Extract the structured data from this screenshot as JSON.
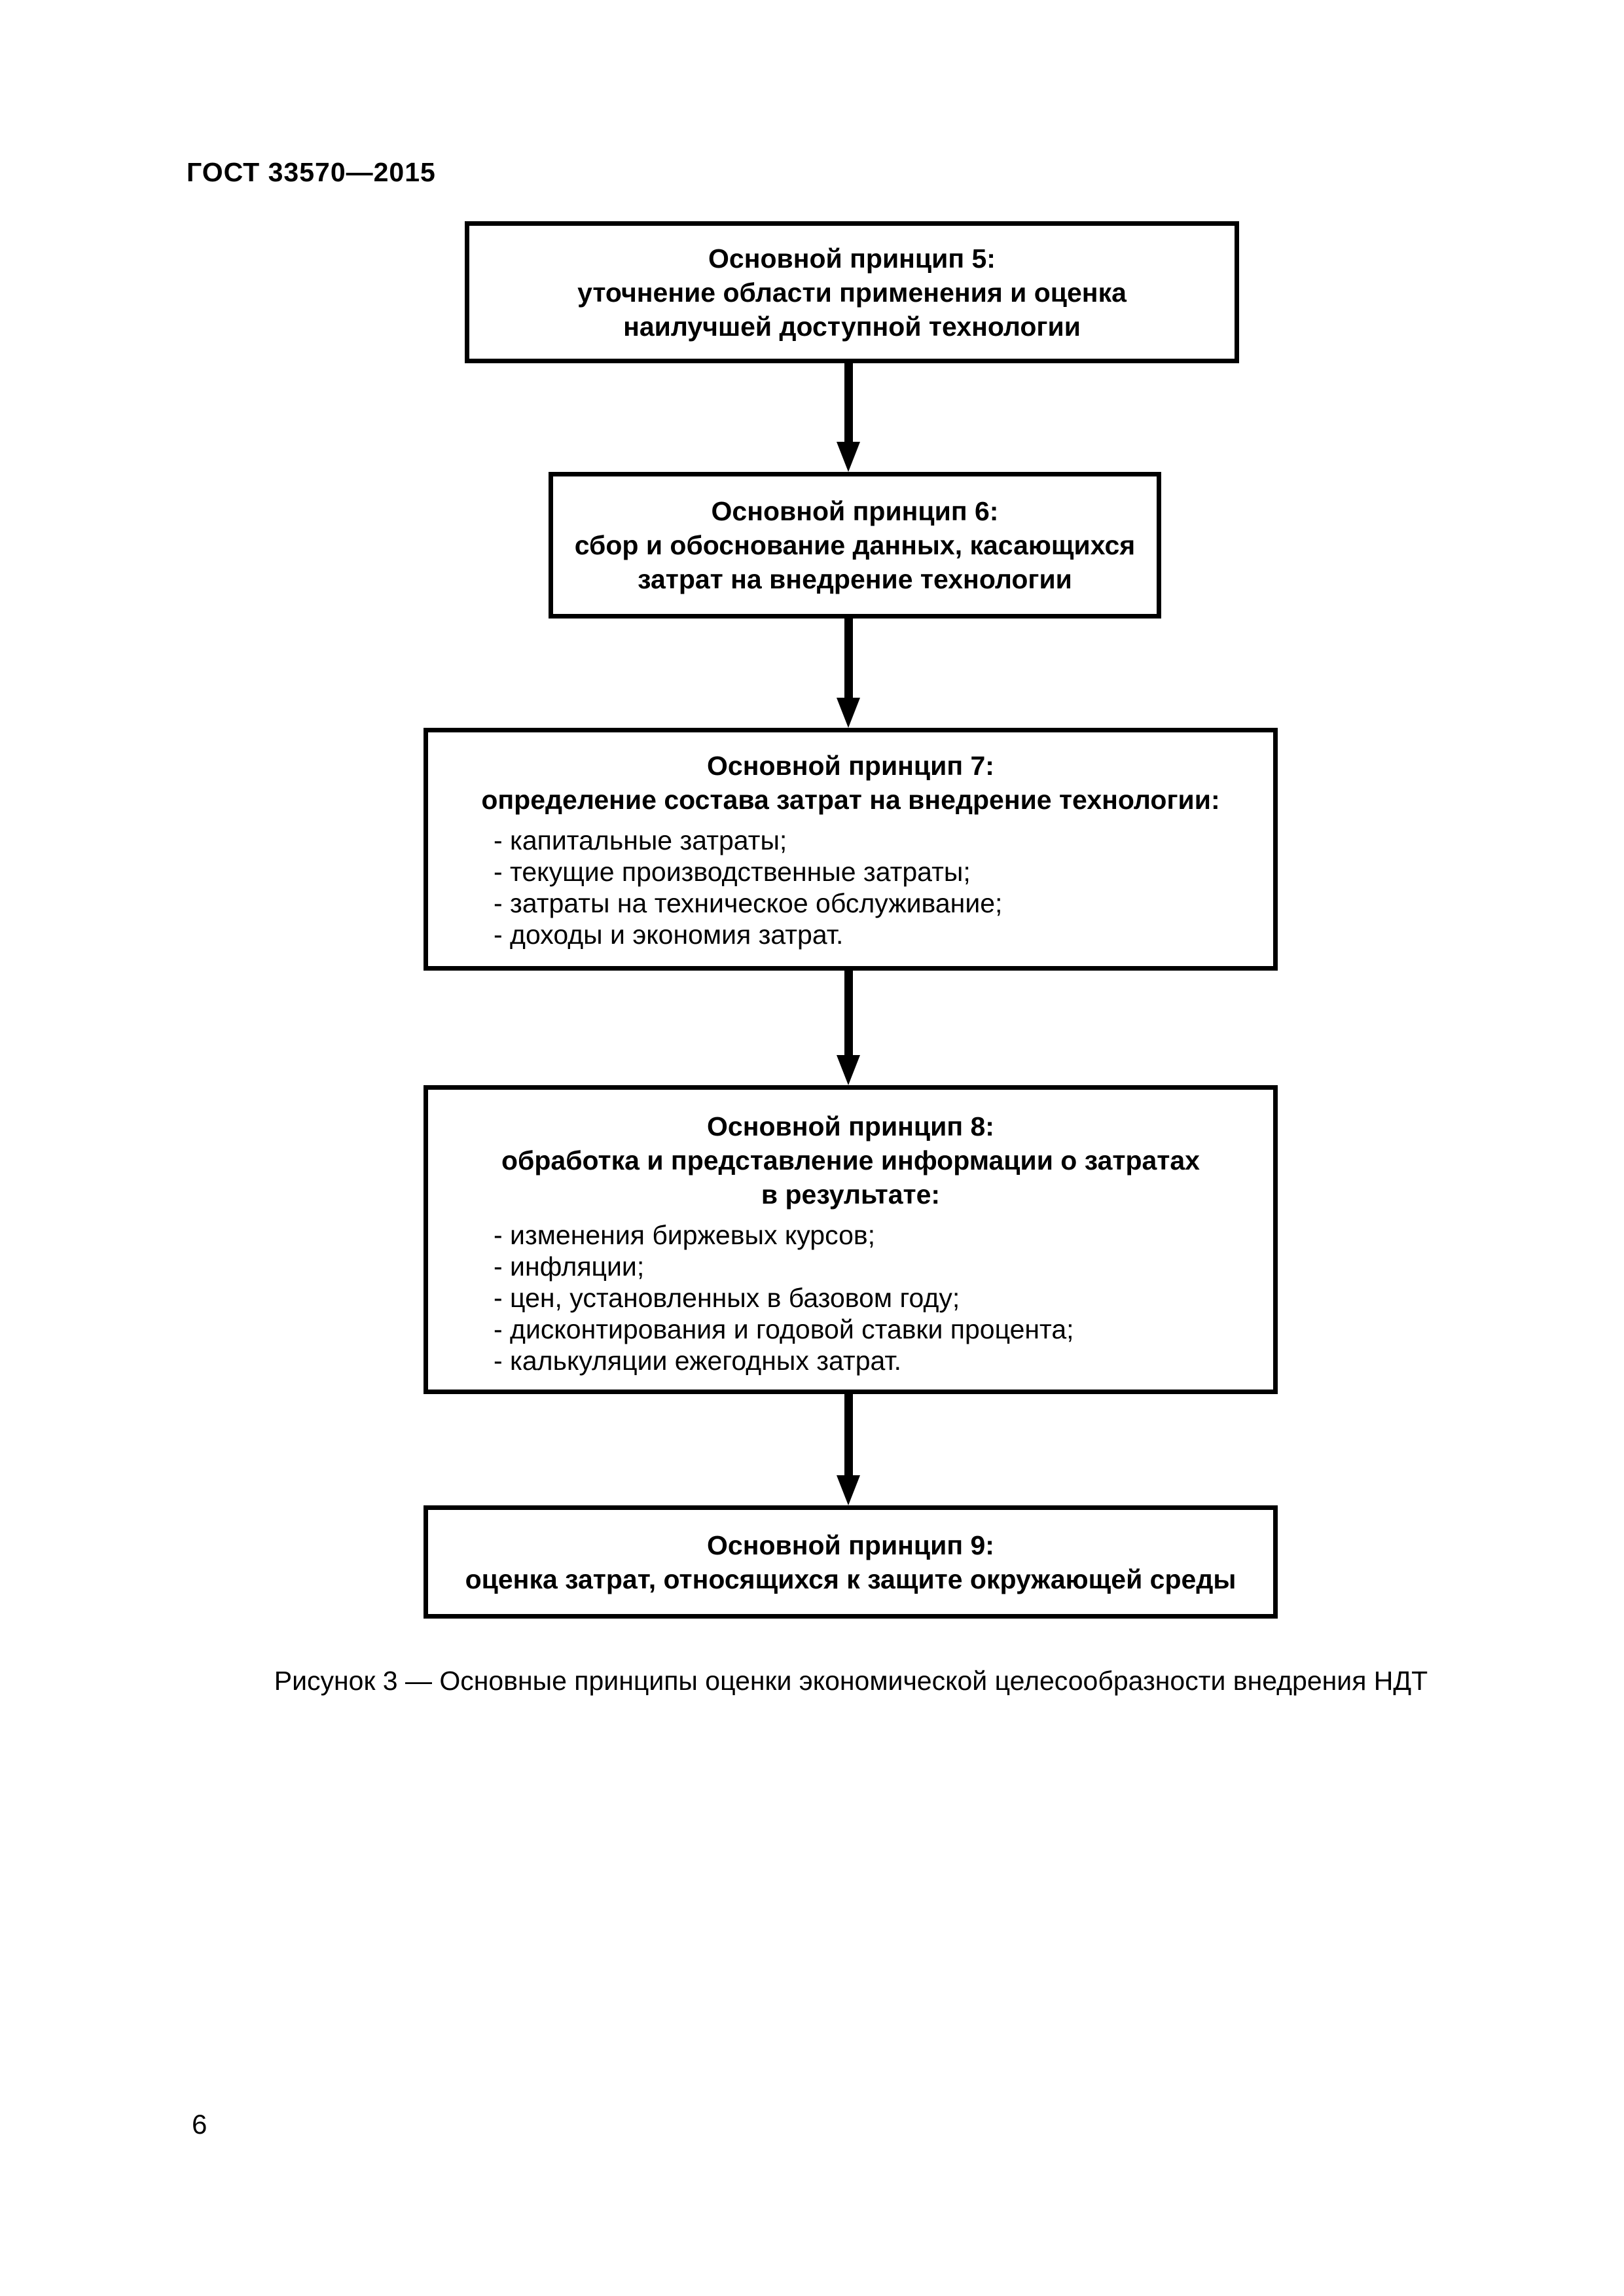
{
  "page": {
    "header": "ГОСТ 33570—2015",
    "page_number": "6"
  },
  "figure": {
    "caption": "Рисунок 3 — Основные принципы оценки экономической целесообразности внедрения НДТ",
    "boxes": [
      {
        "id": "principle-5",
        "heading_lines": [
          "Основной принцип 5:",
          "уточнение области применения и оценка",
          "наилучшей доступной технологии"
        ],
        "items": []
      },
      {
        "id": "principle-6",
        "heading_lines": [
          "Основной принцип 6:",
          "сбор и обоснование данных, касающихся",
          "затрат на внедрение технологии"
        ],
        "items": []
      },
      {
        "id": "principle-7",
        "heading_lines": [
          "Основной принцип 7:",
          "определение состава затрат на внедрение технологии:"
        ],
        "items": [
          "- капитальные затраты;",
          "- текущие производственные затраты;",
          "- затраты на техническое обслуживание;",
          "- доходы и экономия затрат."
        ]
      },
      {
        "id": "principle-8",
        "heading_lines": [
          "Основной принцип 8:",
          "обработка и представление информации о затратах",
          "в результате:"
        ],
        "items": [
          "- изменения биржевых курсов;",
          "- инфляции;",
          "- цен, установленных в базовом году;",
          "- дисконтирования и годовой ставки процента;",
          "- калькуляции ежегодных затрат."
        ]
      },
      {
        "id": "principle-9",
        "heading_lines": [
          "Основной принцип 9:",
          "оценка затрат, относящихся к защите окружающей среды"
        ],
        "items": []
      }
    ]
  }
}
